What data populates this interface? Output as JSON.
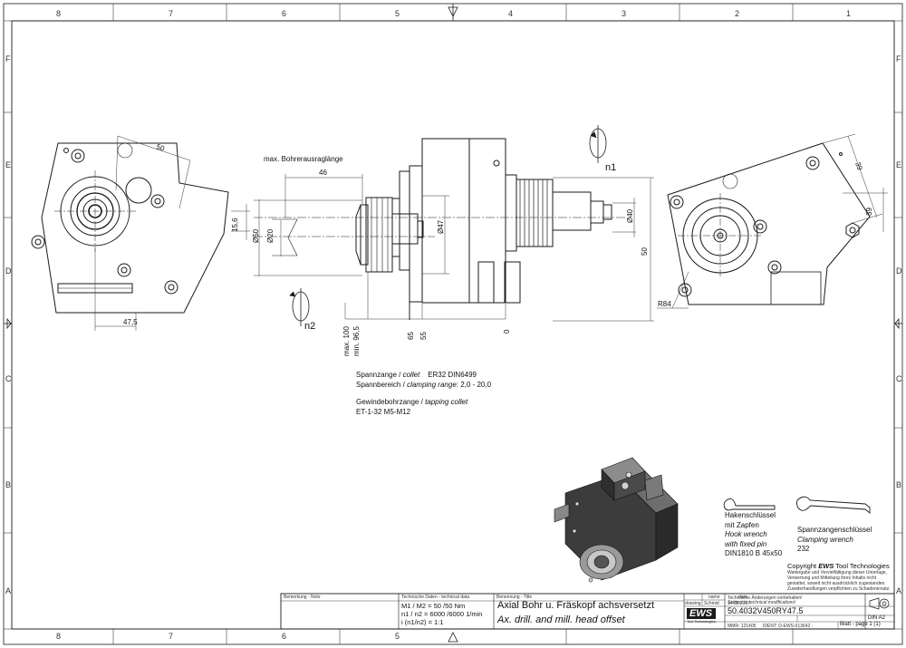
{
  "grid": {
    "columns": [
      "8",
      "7",
      "6",
      "5",
      "4",
      "3",
      "2",
      "1"
    ],
    "rows": [
      "F",
      "E",
      "D",
      "C",
      "B",
      "A"
    ]
  },
  "dimensions": {
    "d50_top": "50",
    "d15_6": "15,6",
    "d50_left": "Ø50",
    "d20": "Ø20",
    "d47_5": "47,5",
    "max_drill_label": "max. Bohrerausraglänge",
    "d46": "46",
    "d47": "Ø47",
    "d40": "Ø40",
    "d50_right": "50",
    "d39_a": "39",
    "d39_b": "39",
    "r84": "R84",
    "max100": "max. 100",
    "min96_5": "min. 96,5",
    "d65": "65",
    "d55": "55",
    "d0": "0",
    "n1": "n1",
    "n2": "n2"
  },
  "notes": {
    "collet_de": "Spannzange /",
    "collet_en": "collet",
    "collet_val": "ER32    DIN6499",
    "range_de": "Spannbereich /",
    "range_en": "clamping range",
    "range_val": ": 2,0 - 20,0",
    "tap_de": "Gewindebohrzange /",
    "tap_en": "tapping collet",
    "tap_val": "ET-1-32   M5-M12"
  },
  "tools": {
    "hook_de1": "Hakenschlüssel",
    "hook_de2": "mit Zapfen",
    "hook_en1": "Hook wrench",
    "hook_en2": "with fixed pin",
    "hook_spec": "DIN1810  B  45x50",
    "clamp_de": "Spannzangenschlüssel",
    "clamp_en": "Clamping wrench",
    "clamp_num": "232"
  },
  "copyright": {
    "title_pre": "Copyright ",
    "title_brand": "EWS",
    "title_post": " Tool Technologies",
    "l1": "Weitergabe und Vervielfältigung dieser Unterlage,",
    "l2": "Verwertung und Mitteilung ihres Inhalts nicht",
    "l3": "gestattet, soweit nicht ausdrücklich zugestanden.",
    "l4": "Zuwiderhandlungen verpflichten zu Schadenersatz."
  },
  "title_block": {
    "bem_label": "Bemerkung - Note",
    "tech_label": "Technische Daten - technical data",
    "m_line": "M1 / M2 = 50  /50  Nm",
    "n_line": "n1 / n2 = 6000 /6000  1/min",
    "i_line": "i  (n1/n2)  = 1:1",
    "ben_label": "Benennung - Title",
    "title_de": "Axial Bohr u. Fräskopf achsversetzt",
    "title_en": "Ax. drill. and mill. head offset",
    "name_hdr": "name",
    "date_hdr": "date",
    "drawing_label": "drawing",
    "drawing_name": "Schmid",
    "drawing_date": "14.03.2007",
    "logo": "EWS",
    "logo_sub": "Tool Technologies",
    "change_de": "Technische Änderungen vorbehalten!",
    "change_en": "Subject to technical modifications!",
    "part_no": "50.4032V450RY47.5",
    "mmr": "MMR: 121405",
    "ident": "IDENT: D-EWS-013642 -",
    "sheet": "Blatt - page  1 (1)",
    "din": "DIN A2"
  },
  "colors": {
    "line": "#1a1a1a",
    "thin": "#333333",
    "body_dark": "#3c3c3c",
    "body_mid": "#6e6e6e"
  }
}
